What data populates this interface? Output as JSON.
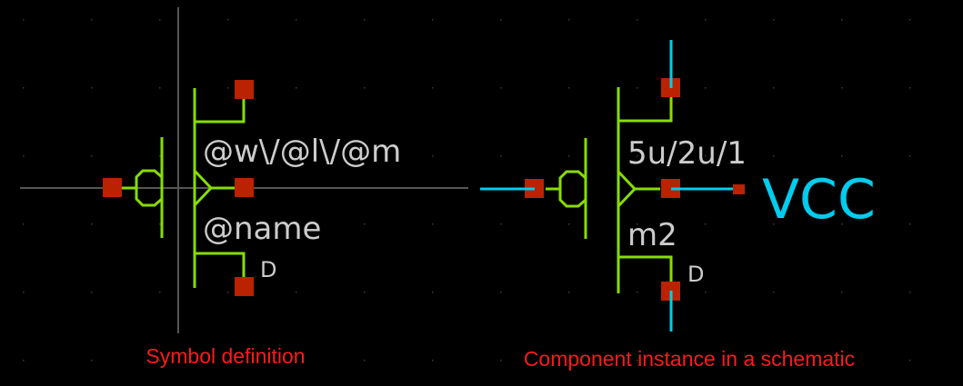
{
  "symbol": {
    "attr_text": "@w\\/@l\\/@m",
    "name_text": "@name",
    "pin_label": "D",
    "caption": "Symbol definition"
  },
  "instance": {
    "attr_text": "5u/2u/1",
    "name_text": "m2",
    "pin_label": "D",
    "net_label": "VCC",
    "caption": "Component instance in a schematic"
  },
  "colors": {
    "symbol": "#88dd00",
    "pin": "#bb2200",
    "wire": "#00ccee",
    "caption": "#ff1a1a",
    "text": "#cccccc"
  }
}
